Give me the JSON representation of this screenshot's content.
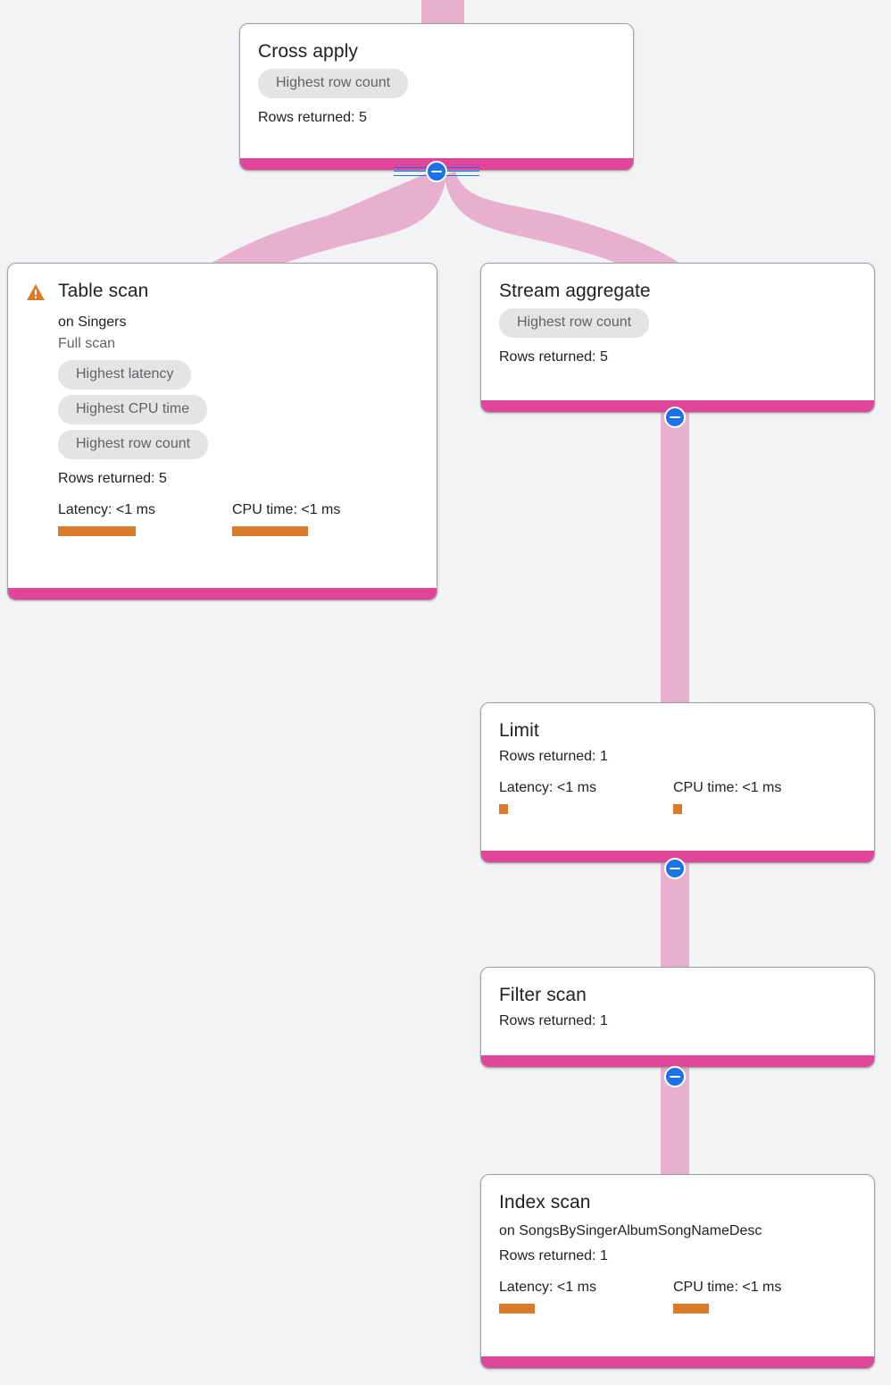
{
  "theme": {
    "background": "#f1f3f4",
    "card_bg": "#ffffff",
    "card_border": "#9aa0a6",
    "bottom_bar": "#e0459a",
    "edge": "#e9afce",
    "bar": "#d97b2b",
    "chip_bg": "#e4e4e4",
    "chip_text": "#5f6368",
    "toggle": "#1a73e8",
    "warning": "#d9792b"
  },
  "labels": {
    "rows_returned_prefix": "Rows returned:",
    "latency_prefix": "Latency:",
    "cpu_prefix": "CPU time:",
    "collapse_icon": "minus-circle-icon",
    "warning_icon": "warning-triangle-icon"
  },
  "nodes": [
    {
      "id": "cross-apply",
      "title": "Cross apply",
      "subtitle": null,
      "detail": null,
      "chips": [
        "Highest row count"
      ],
      "rows_returned": "Rows returned: 5",
      "latency": null,
      "cpu": null,
      "warning": false
    },
    {
      "id": "table-scan",
      "title": "Table scan",
      "subtitle": "on Singers",
      "detail": "Full scan",
      "chips": [
        "Highest latency",
        "Highest CPU time",
        "Highest row count"
      ],
      "rows_returned": "Rows returned: 5",
      "latency": "Latency: <1 ms",
      "cpu": "CPU time: <1 ms",
      "latency_bar_width": 87,
      "cpu_bar_width": 85,
      "warning": true
    },
    {
      "id": "stream-aggregate",
      "title": "Stream aggregate",
      "subtitle": null,
      "detail": null,
      "chips": [
        "Highest row count"
      ],
      "rows_returned": "Rows returned: 5",
      "latency": null,
      "cpu": null,
      "warning": false
    },
    {
      "id": "limit",
      "title": "Limit",
      "subtitle": null,
      "detail": null,
      "chips": [],
      "rows_returned": "Rows returned: 1",
      "latency": "Latency: <1 ms",
      "cpu": "CPU time: <1 ms",
      "latency_bar_width": 10,
      "cpu_bar_width": 10,
      "warning": false
    },
    {
      "id": "filter-scan",
      "title": "Filter scan",
      "subtitle": null,
      "detail": null,
      "chips": [],
      "rows_returned": "Rows returned: 1",
      "latency": null,
      "cpu": null,
      "warning": false
    },
    {
      "id": "index-scan",
      "title": "Index scan",
      "subtitle": "on SongsBySingerAlbumSongNameDesc",
      "detail": null,
      "chips": [],
      "rows_returned": "Rows returned: 1",
      "latency": "Latency: <1 ms",
      "cpu": "CPU time: <1 ms",
      "latency_bar_width": 40,
      "cpu_bar_width": 40,
      "warning": false
    }
  ],
  "edges": [
    {
      "from": "root-inlet",
      "to": "cross-apply"
    },
    {
      "from": "cross-apply",
      "to": "table-scan"
    },
    {
      "from": "cross-apply",
      "to": "stream-aggregate"
    },
    {
      "from": "stream-aggregate",
      "to": "limit"
    },
    {
      "from": "limit",
      "to": "filter-scan"
    },
    {
      "from": "filter-scan",
      "to": "index-scan"
    }
  ]
}
